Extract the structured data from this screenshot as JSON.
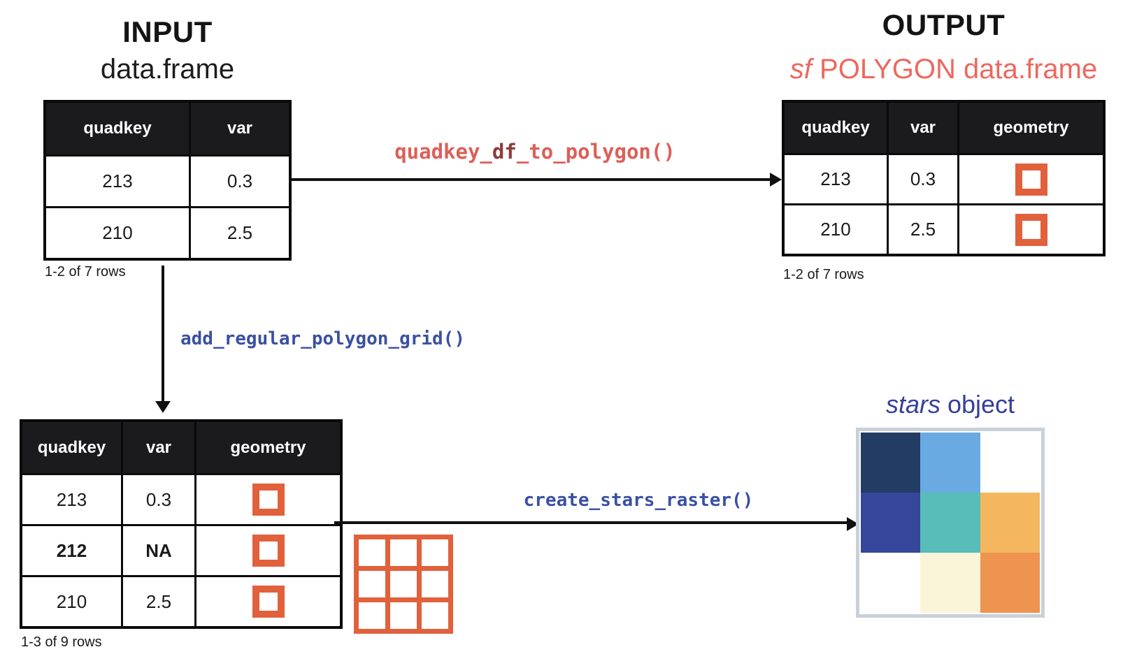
{
  "diagram": {
    "input": {
      "title": "INPUT",
      "subtitle": "data.frame",
      "columns": [
        "quadkey",
        "var"
      ],
      "rows": [
        [
          "213",
          "0.3"
        ],
        [
          "210",
          "2.5"
        ]
      ],
      "caption": "1-2 of 7 rows"
    },
    "output": {
      "title": "OUTPUT",
      "subtitle_italic": "sf",
      "subtitle_rest": " POLYGON data.frame",
      "columns": [
        "quadkey",
        "var",
        "geometry"
      ],
      "rows": [
        [
          "213",
          "0.3"
        ],
        [
          "210",
          "2.5"
        ]
      ],
      "caption": "1-2 of 7 rows"
    },
    "grid_table": {
      "columns": [
        "quadkey",
        "var",
        "geometry"
      ],
      "rows": [
        [
          "213",
          "0.3"
        ],
        [
          "212",
          "NA"
        ],
        [
          "210",
          "2.5"
        ]
      ],
      "bold_row_index": 1,
      "caption": "1-3 of 9 rows"
    },
    "functions": {
      "to_polygon_pre": "quadkey_",
      "to_polygon_mid": "df",
      "to_polygon_post": "_to_polygon()",
      "add_grid": "add_regular_polygon_grid()",
      "create_raster": "create_stars_raster()"
    },
    "stars": {
      "title_italic": "stars",
      "title_rest": " object",
      "cells": [
        "#233c63",
        "#69aae3",
        "#ffffff",
        "#36479b",
        "#58bdb9",
        "#f4b75f",
        "#ffffff",
        "#faf5d9",
        "#ee9350"
      ]
    },
    "colors": {
      "polygon_orange": "#e0613c",
      "salmon_text": "#ed685e",
      "function_red": "#dd5f58",
      "df_maroon": "#8e3a3c",
      "code_blue": "#3a50a3",
      "stars_blue": "#363f99",
      "table_header_bg": "#1b1b1d",
      "raster_frame": "#c9d0da",
      "arrow_black": "#111111"
    }
  }
}
